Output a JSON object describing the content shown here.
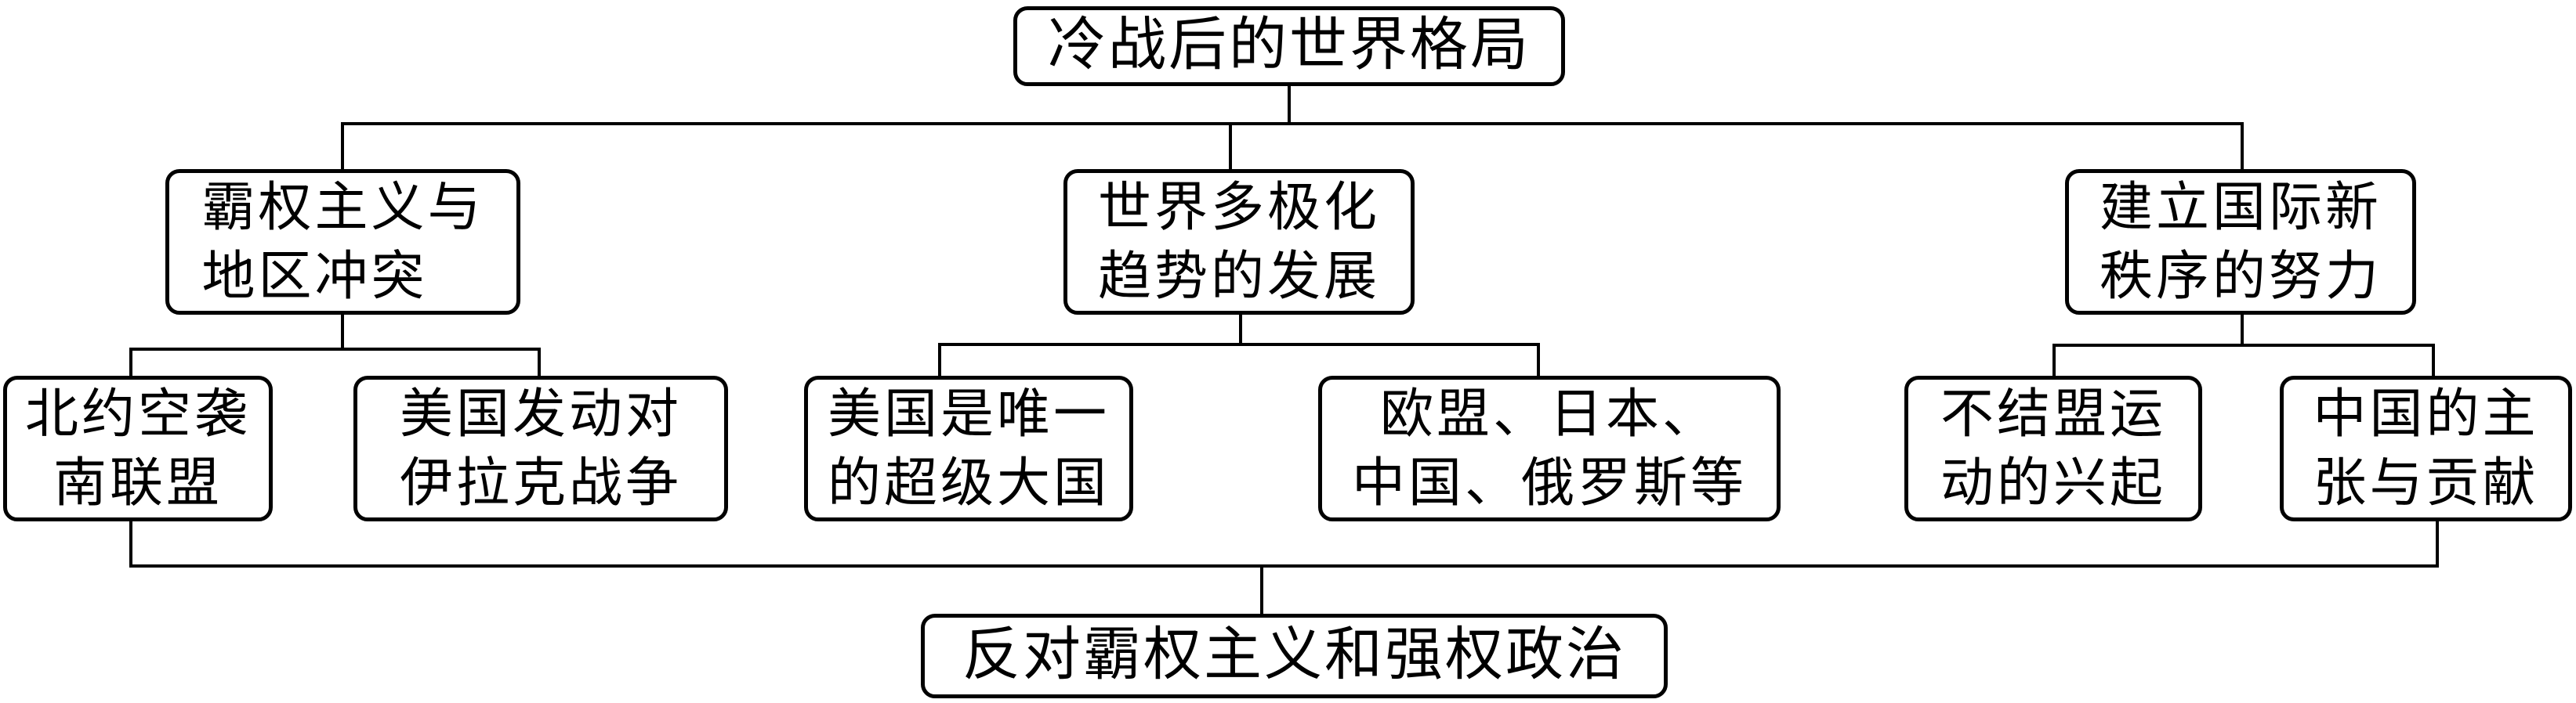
{
  "diagram": {
    "root": {
      "label": "冷战后的世界格局"
    },
    "branches": [
      {
        "label_lines": [
          "霸权主义与",
          "地区冲突"
        ],
        "children": [
          {
            "label_lines": [
              "北约空袭",
              "南联盟"
            ]
          },
          {
            "label_lines": [
              "美国发动对",
              "伊拉克战争"
            ]
          }
        ]
      },
      {
        "label_lines": [
          "世界多极化",
          "趋势的发展"
        ],
        "children": [
          {
            "label_lines": [
              "美国是唯一",
              "的超级大国"
            ]
          },
          {
            "label_lines": [
              "欧盟、日本、",
              "中国、俄罗斯等"
            ]
          }
        ]
      },
      {
        "label_lines": [
          "建立国际新",
          "秩序的努力"
        ],
        "children": [
          {
            "label_lines": [
              "不结盟运",
              "动的兴起"
            ]
          },
          {
            "label_lines": [
              "中国的主",
              "张与贡献"
            ]
          }
        ]
      }
    ],
    "conclusion": {
      "label": "反对霸权主义和强权政治"
    },
    "colors": {
      "line": "#000000",
      "text": "#000000",
      "background": "#ffffff"
    }
  }
}
